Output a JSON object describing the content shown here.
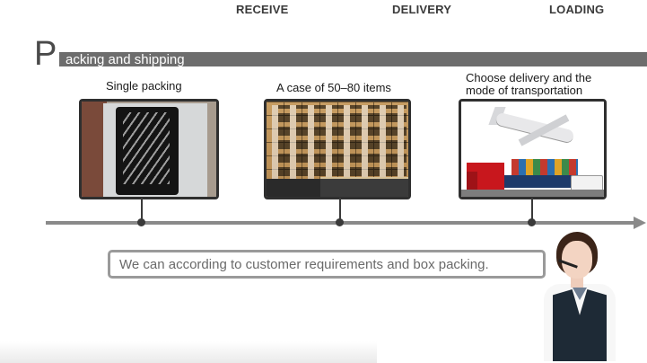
{
  "steps": {
    "receive": "RECEIVE",
    "delivery": "DELIVERY",
    "loading": "LOADING"
  },
  "section": {
    "initial": "P",
    "rest": "acking and shipping"
  },
  "stages": [
    {
      "caption": "Single packing"
    },
    {
      "caption": "A case of 50–80 items"
    },
    {
      "caption": "Choose delivery and the mode of transportation"
    }
  ],
  "notice": "We can according to customer requirements and box packing.",
  "colors": {
    "bar": "#6d6d6d",
    "timeline": "#8a8a8a",
    "frame": "#2f2f2f"
  },
  "icons": {
    "agent": "customer-service-agent-photo"
  }
}
